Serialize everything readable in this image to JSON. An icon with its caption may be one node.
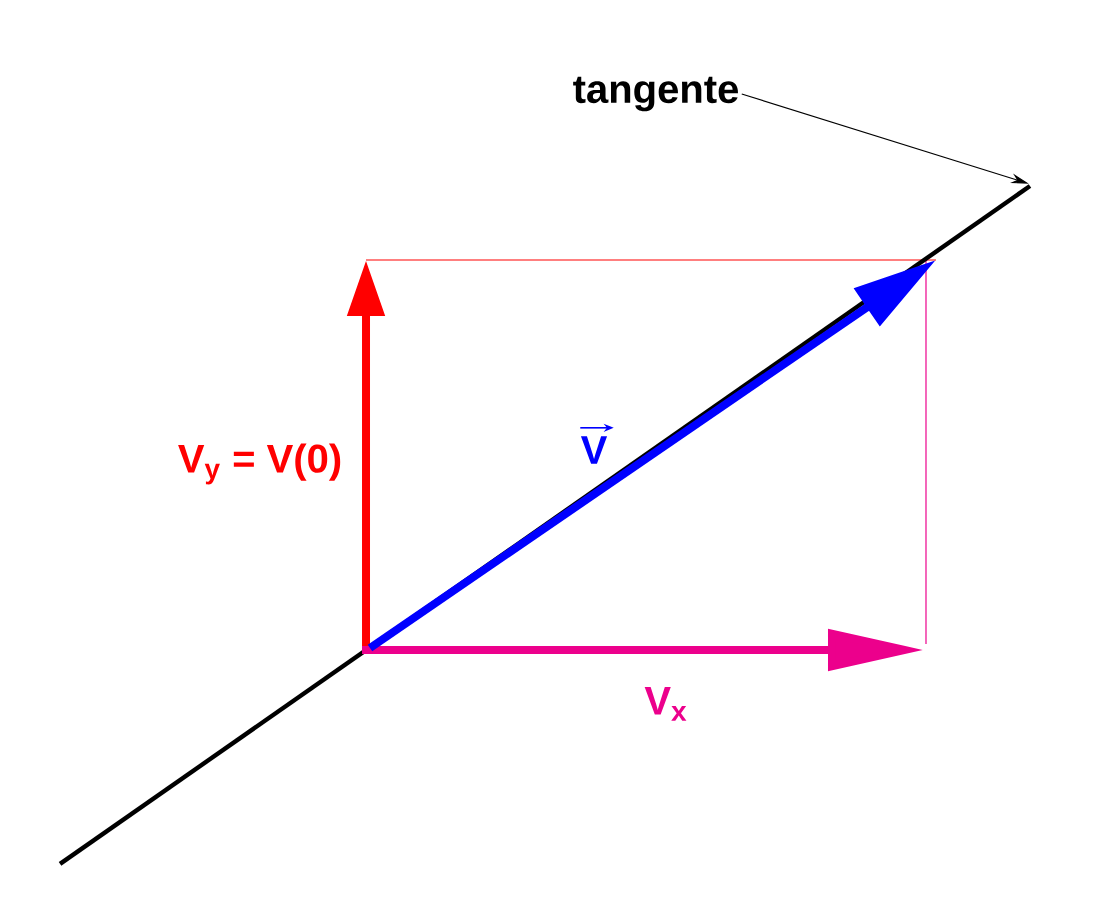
{
  "diagram": {
    "nodes": [
      {
        "text": [
          "tangente"
        ]
      },
      {
        "text": [],
        "shape": "line"
      }
    ],
    "edges": [
      {
        "from": 0,
        "to": 1,
        "arrow": "to"
      }
    ],
    "labels": [
      "V$_{y}$ = V(0)",
      "V",
      "V$_{x}$"
    ]
  }
}
